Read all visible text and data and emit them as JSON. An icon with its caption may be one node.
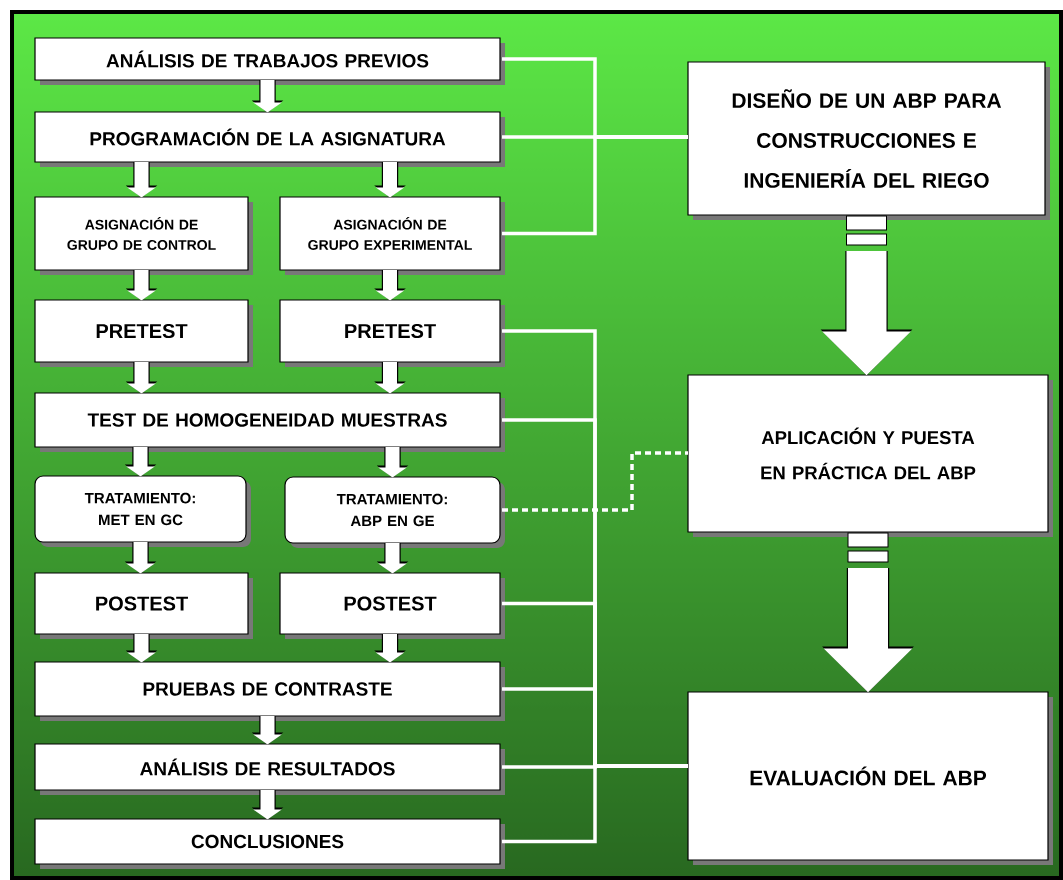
{
  "diagram": {
    "nodes": [
      {
        "text": [
          "ANÁLISIS DE TRABAJOS PREVIOS"
        ]
      },
      {
        "text": [
          "PROGRAMACIÓN DE LA ASIGNATURA"
        ]
      },
      {
        "text": [
          "ASIGNACIÓN DE GRUPO DE CONTROL"
        ]
      },
      {
        "text": [
          "ASIGNACIÓN DE GRUPO EXPERIMENTAL"
        ]
      },
      {
        "text": [
          "PRETEST"
        ]
      },
      {
        "text": [
          "PRETEST"
        ]
      },
      {
        "text": [
          "TEST DE HOMOGENEIDAD MUESTRAS"
        ]
      },
      {
        "text": [
          "TRATAMIENTO: MET EN GC"
        ]
      },
      {
        "text": [
          "TRATAMIENTO: ABP EN GE"
        ]
      },
      {
        "text": [
          "POSTEST"
        ]
      },
      {
        "text": [
          "POSTEST"
        ]
      },
      {
        "text": [
          "PRUEBAS DE CONTRASTE"
        ]
      },
      {
        "text": [
          "ANÁLISIS DE RESULTADOS"
        ]
      },
      {
        "text": [
          "CONCLUSIONES"
        ]
      },
      {
        "text": [
          "DISEÑO DE UN ABP PARA CONSTRUCCIONES E INGENIERÍA DEL RIEGO"
        ]
      },
      {
        "text": [
          "APLICACIÓN Y PUESTA EN PRÁCTICA DEL ABP"
        ]
      },
      {
        "text": [
          "EVALUACIÓN DEL ABP"
        ]
      }
    ],
    "edges": [
      {
        "from": 0,
        "to": 1,
        "arrow": "to"
      },
      {
        "from": 1,
        "to": 2,
        "arrow": "to"
      },
      {
        "from": 1,
        "to": 3,
        "arrow": "to"
      },
      {
        "from": 2,
        "to": 4,
        "arrow": "to"
      },
      {
        "from": 3,
        "to": 5,
        "arrow": "to"
      },
      {
        "from": 4,
        "to": 6,
        "arrow": "to"
      },
      {
        "from": 5,
        "to": 6,
        "arrow": "to"
      },
      {
        "from": 6,
        "to": 7,
        "arrow": "to"
      },
      {
        "from": 6,
        "to": 8,
        "arrow": "to"
      },
      {
        "from": 7,
        "to": 9,
        "arrow": "to"
      },
      {
        "from": 8,
        "to": 10,
        "arrow": "to"
      },
      {
        "from": 9,
        "to": 11,
        "arrow": "to"
      },
      {
        "from": 10,
        "to": 11,
        "arrow": "to"
      },
      {
        "from": 11,
        "to": 12,
        "arrow": "to"
      },
      {
        "from": 12,
        "to": 13,
        "arrow": "to"
      },
      {
        "from": 14,
        "to": 15,
        "arrow": "to",
        "style": "thick"
      },
      {
        "from": 15,
        "to": 16,
        "arrow": "to",
        "style": "thick"
      },
      {
        "from": 0,
        "to": 14,
        "arrow": "none"
      },
      {
        "from": 1,
        "to": 14,
        "arrow": "none"
      },
      {
        "from": 3,
        "to": 14,
        "arrow": "none"
      },
      {
        "from": 8,
        "to": 15,
        "arrow": "none",
        "style": "dashed"
      },
      {
        "from": 5,
        "to": 16,
        "arrow": "none"
      },
      {
        "from": 6,
        "to": 16,
        "arrow": "none"
      },
      {
        "from": 10,
        "to": 16,
        "arrow": "none"
      },
      {
        "from": 11,
        "to": 16,
        "arrow": "none"
      },
      {
        "from": 12,
        "to": 16,
        "arrow": "none"
      },
      {
        "from": 13,
        "to": 16,
        "arrow": "none"
      }
    ]
  }
}
